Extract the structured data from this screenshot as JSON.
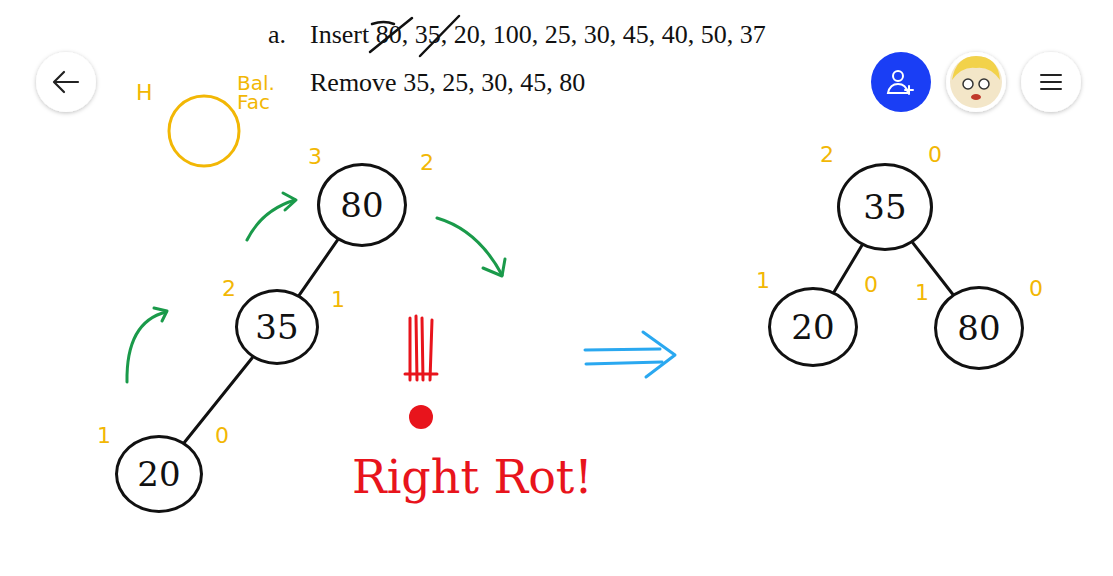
{
  "diagram": {
    "nodes": [
      {
        "text": [
          "80"
        ]
      },
      {
        "text": [
          "35"
        ]
      },
      {
        "text": [
          "20"
        ]
      },
      {
        "text": [
          "35"
        ]
      },
      {
        "text": [
          "20"
        ]
      },
      {
        "text": [
          "80"
        ]
      }
    ],
    "edges": [
      {
        "from": 0,
        "to": 1,
        "arrow": "none"
      },
      {
        "from": 1,
        "to": 2,
        "arrow": "none"
      },
      {
        "from": 3,
        "to": 4,
        "arrow": "none"
      },
      {
        "from": 3,
        "to": 5,
        "arrow": "none"
      }
    ],
    "labels": [
      "a.",
      "Insert 80, 35, 20, 100, 25, 30, 45, 40, 50, 37",
      "Remove 35, 25, 30, 45, 80",
      "H",
      "Bal. Fac",
      "3",
      "2",
      "2",
      "1",
      "1",
      "0",
      "2",
      "0",
      "1",
      "0",
      "1",
      "0",
      "Right Rot!"
    ]
  }
}
